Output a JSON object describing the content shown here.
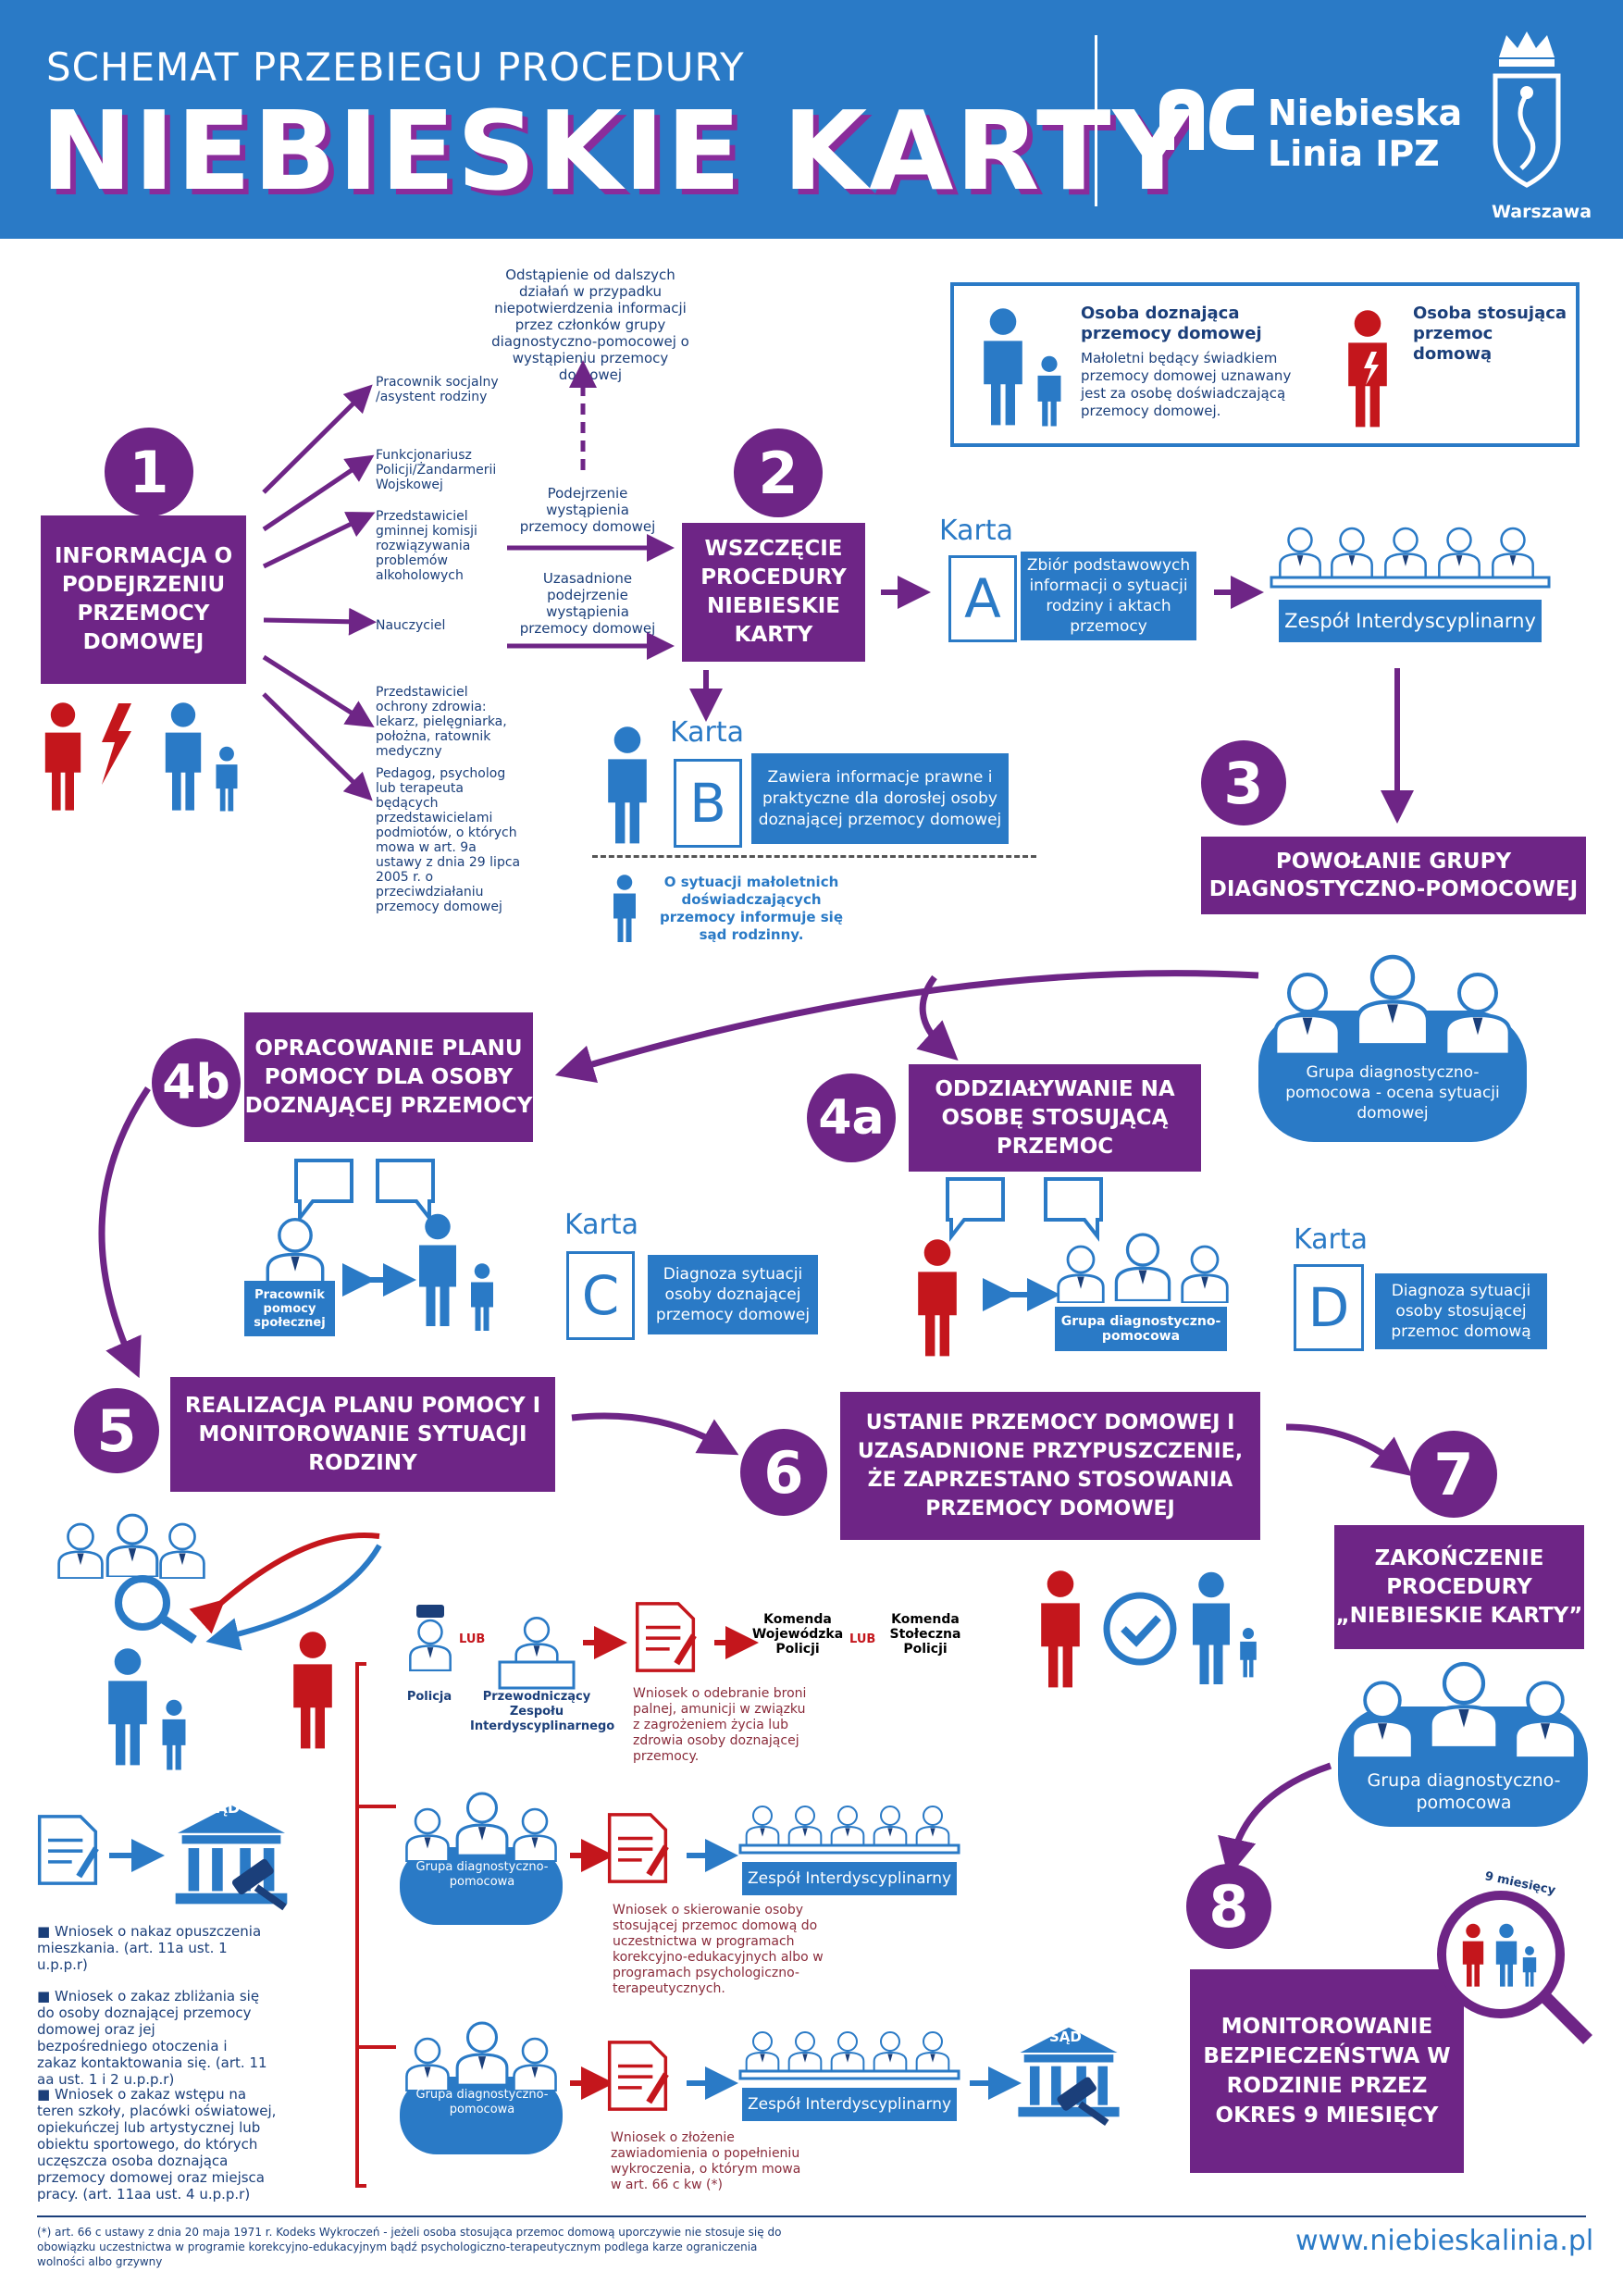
{
  "header": {
    "subtitle": "SCHEMAT PRZEBIEGU PROCEDURY",
    "title": "NIEBIESKIE KARTY",
    "brand_line1": "Niebieska",
    "brand_line2": "Linia IPZ",
    "city": "Warszawa"
  },
  "legend": {
    "victim_title": "Osoba doznająca przemocy domowej",
    "victim_note": "Małoletni będący świadkiem przemocy domowej uznawany jest za osobę doświadczającą przemocy domowej.",
    "perpetrator_title": "Osoba stosująca przemoc domową"
  },
  "step1": {
    "num": "1",
    "title": "INFORMACJA O PODEJRZENIU PRZEMOCY DOMOWEJ",
    "sources": [
      "Pracownik socjalny /asystent rodziny",
      "Funkcjonariusz Policji/Żandarmerii Wojskowej",
      "Przedstawiciel gminnej komisji rozwiązywania problemów alkoholowych",
      "Nauczyciel",
      "Przedstawiciel ochrony zdrowia: lekarz, pielęgniarka, położna, ratownik medyczny",
      "Pedagog, psycholog lub terapeuta będących przedstawicielami podmiotów, o których mowa w art. 9a ustawy z dnia 29 lipca 2005 r. o przeciwdziałaniu przemocy domowej"
    ],
    "suspicion": "Podejrzenie wystąpienia przemocy domowej",
    "justified": "Uzasadnione podejrzenie wystąpienia przemocy domowej",
    "withdrawal": "Odstąpienie od dalszych działań w przypadku niepotwierdzenia informacji przez członków grupy diagnostyczno-pomocowej o wystąpieniu przemocy domowej"
  },
  "step2": {
    "num": "2",
    "title": "WSZCZĘCIE PROCEDURY NIEBIESKIE KARTY",
    "karta_word": "Karta",
    "karta_a": "A",
    "karta_a_desc": "Zbiór podstawowych informacji o sytuacji rodziny i aktach przemocy",
    "team": "Zespół Interdyscyplinarny",
    "karta_b": "B",
    "karta_b_desc": "Zawiera informacje prawne i praktyczne dla dorosłej osoby doznającej przemocy domowej",
    "minors_note": "O sytuacji małoletnich doświadczających przemocy informuje się sąd rodzinny."
  },
  "step3": {
    "num": "3",
    "title": "POWOŁANIE GRUPY DIAGNOSTYCZNO-POMOCOWEJ",
    "group_caption": "Grupa diagnostyczno-pomocowa - ocena sytuacji domowej"
  },
  "step4a": {
    "num": "4a",
    "title": "ODDZIAŁYWANIE NA OSOBĘ STOSUJĄCĄ PRZEMOC",
    "group": "Grupa diagnostyczno-pomocowa",
    "karta_d": "D",
    "karta_d_desc": "Diagnoza sytuacji osoby stosującej przemoc domową"
  },
  "step4b": {
    "num": "4b",
    "title": "OPRACOWANIE PLANU POMOCY DLA OSOBY DOZNAJĄCEJ PRZEMOCY",
    "worker": "Pracownik pomocy społecznej",
    "karta_c": "C",
    "karta_c_desc": "Diagnoza sytuacji osoby doznającej przemocy domowej"
  },
  "step5": {
    "num": "5",
    "title": "REALIZACJA PLANU POMOCY I MONITOROWANIE SYTUACJI RODZINY",
    "court": "SĄD",
    "court_requests": [
      "Wniosek o nakaz opuszczenia mieszkania. (art. 11a ust. 1 u.p.p.r)",
      "Wniosek o zakaz zbliżania się do osoby doznającej przemocy domowej oraz jej bezpośredniego otoczenia i zakaz kontaktowania się. (art. 11 aa ust. 1 i 2 u.p.p.r)",
      "Wniosek o zakaz wstępu na teren szkoły, placówki oświatowej, opiekuńczej lub artystycznej lub obiektu sportowego, do których uczęszcza osoba doznająca przemocy domowej oraz miejsca pracy. (art. 11aa ust. 4 u.p.p.r)"
    ],
    "police": "Policja",
    "or": "LUB",
    "chairman": "Przewodniczący Zespołu Interdyscyplinarnego",
    "hq_voiv": "Komenda Wojewódzka Policji",
    "hq_capital": "Komenda Stołeczna Policji",
    "firearms": "Wniosek o odebranie broni palnej, amunicji w związku z zagrożeniem życia lub zdrowia osoby doznającej przemocy.",
    "group": "Grupa diagnostyczno-pomocowa",
    "team": "Zespół Interdyscyplinarny",
    "referral": "Wniosek o skierowanie osoby stosującej przemoc domową do uczestnictwa w programach korekcyjno-edukacyjnych albo w programach psychologiczno-terapeutycznych.",
    "notification": "Wniosek o złożenie zawiadomienia o popełnieniu wykroczenia, o którym mowa w art. 66 c kw (*)"
  },
  "step6": {
    "num": "6",
    "title": "USTANIE PRZEMOCY DOMOWEJ I UZASADNIONE PRZYPUSZCZENIE, ŻE ZAPRZESTANO STOSOWANIA PRZEMOCY DOMOWEJ"
  },
  "step7": {
    "num": "7",
    "title": "ZAKOŃCZENIE PROCEDURY „NIEBIESKIE KARTY”",
    "group": "Grupa diagnostyczno-pomocowa"
  },
  "step8": {
    "num": "8",
    "title": "MONITOROWANIE BEZPIECZEŃSTWA W RODZINIE PRZEZ OKRES 9 MIESIĘCY",
    "badge": "9 miesięcy"
  },
  "footer": {
    "note": "(*) art. 66 c ustawy z dnia 20 maja 1971 r. Kodeks Wykroczeń - jeżeli osoba stosująca przemoc domową uporczywie nie stosuje się do obowiązku uczestnictwa w programie korekcyjno-edukacyjnym bądź psychologiczno-terapeutycznym podlega karze ograniczenia wolności albo grzywny",
    "url": "www.niebieskalinia.pl"
  },
  "colors": {
    "blue": "#2a7ac6",
    "purple": "#6e2586",
    "red": "#c4161c",
    "navy": "#1b3f7a"
  }
}
